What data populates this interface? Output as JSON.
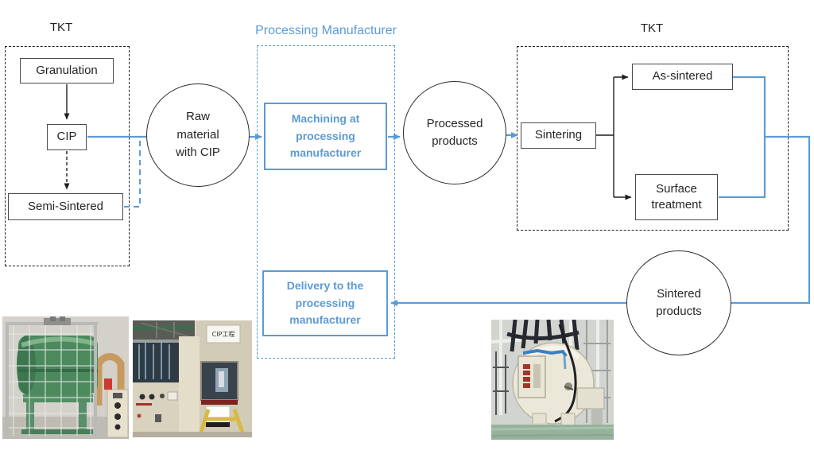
{
  "colors": {
    "accent_blue": "#5B9BD5",
    "line_black": "#1f1f1f"
  },
  "groups": {
    "tkt_left": {
      "title": "TKT"
    },
    "processing_manufacturer": {
      "title": "Processing Manufacturer"
    },
    "tkt_right": {
      "title": "TKT"
    }
  },
  "nodes": {
    "granulation": "Granulation",
    "cip": "CIP",
    "semi_sintered": "Semi-Sintered",
    "machining": "Machining at processing manufacturer",
    "delivery": "Delivery to the processing manufacturer",
    "sintering": "Sintering",
    "as_sintered": "As-sintered",
    "surface_treatment": "Surface treatment"
  },
  "circles": {
    "raw_material": "Raw material with CIP",
    "processed_products": "Processed products",
    "sintered_products": "Sintered products"
  },
  "photos": {
    "cip_room_sign": "CIP工程"
  }
}
